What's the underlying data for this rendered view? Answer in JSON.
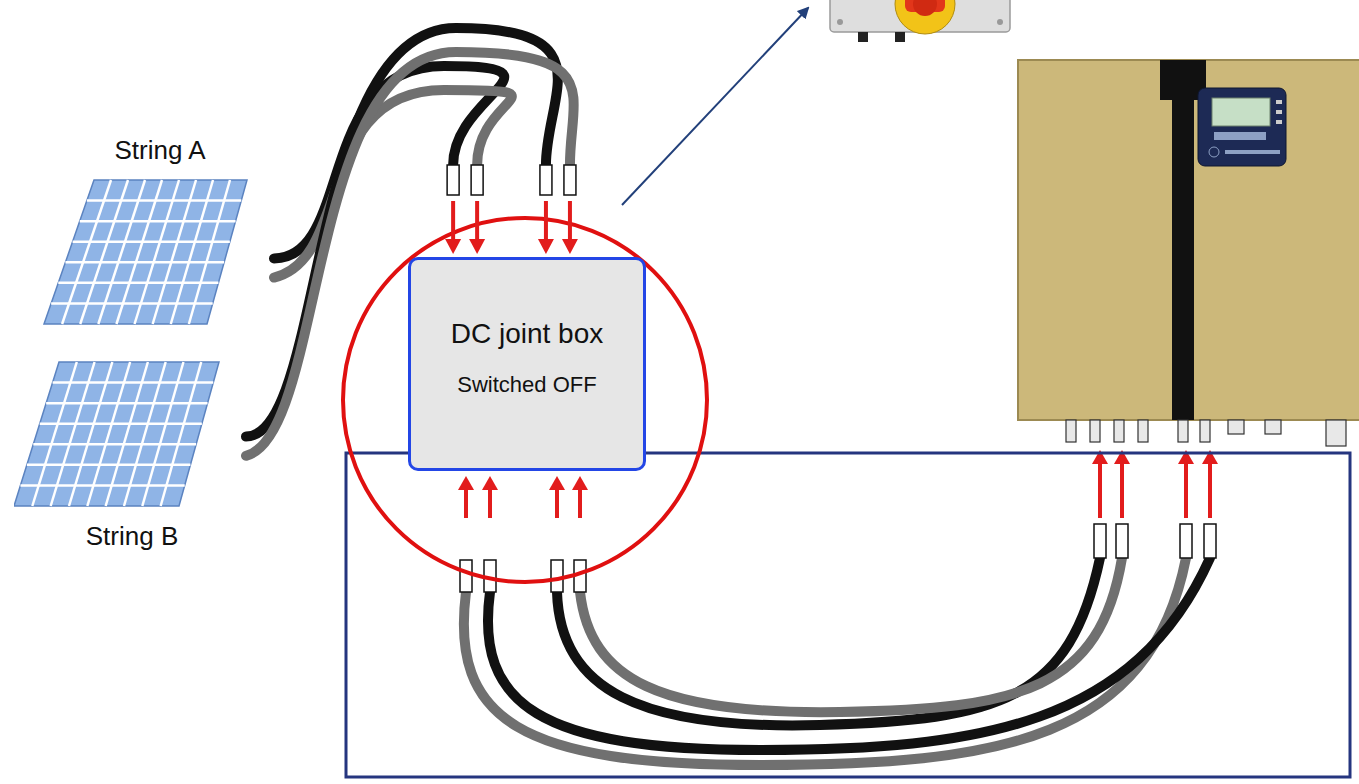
{
  "diagram": {
    "nodes": [
      {
        "text": [
          "String A"
        ]
      },
      {
        "text": [
          "String B"
        ]
      },
      {
        "text": [
          "DC joint box",
          "Switched OFF"
        ]
      }
    ],
    "edges": [
      {
        "from": 0,
        "to": 2,
        "arrow": "to"
      },
      {
        "from": 1,
        "to": 2,
        "arrow": "to"
      }
    ]
  }
}
